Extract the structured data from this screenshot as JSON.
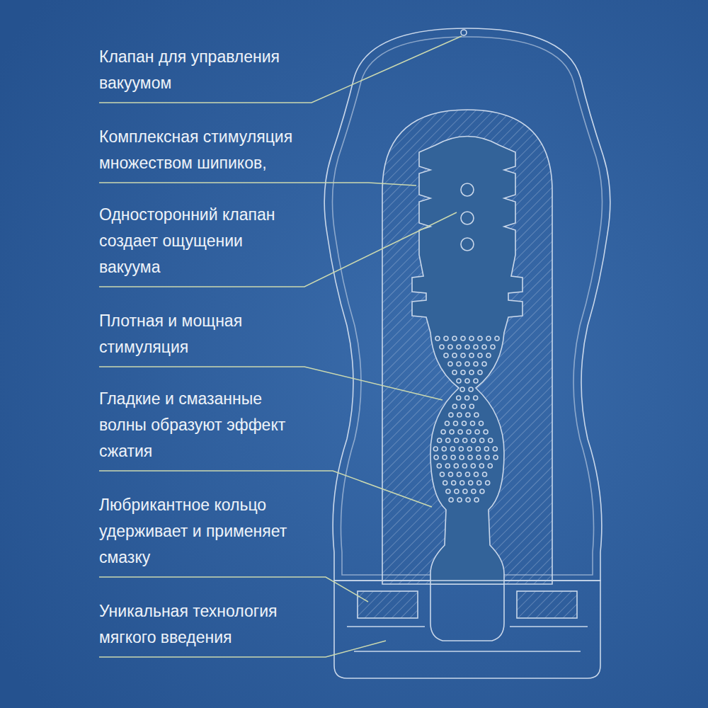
{
  "diagram": {
    "labels": [
      "Клапан для управления вакуумом",
      "Комплексная стимуляция множеством шипиков,",
      "Односторонний клапан создает ощущении вакуума",
      "Плотная и мощная стимуляция",
      "Гладкие и смазанные волны образуют эффект сжатия",
      "Любрикантное кольцо удерживает и применяет смазку",
      "Уникальная технология мягкого введения"
    ]
  }
}
